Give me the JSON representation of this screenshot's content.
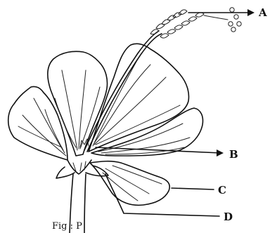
{
  "figure": {
    "caption": "Fig : P",
    "labels": {
      "a": "A",
      "b": "B",
      "c": "C",
      "d": "D"
    }
  }
}
